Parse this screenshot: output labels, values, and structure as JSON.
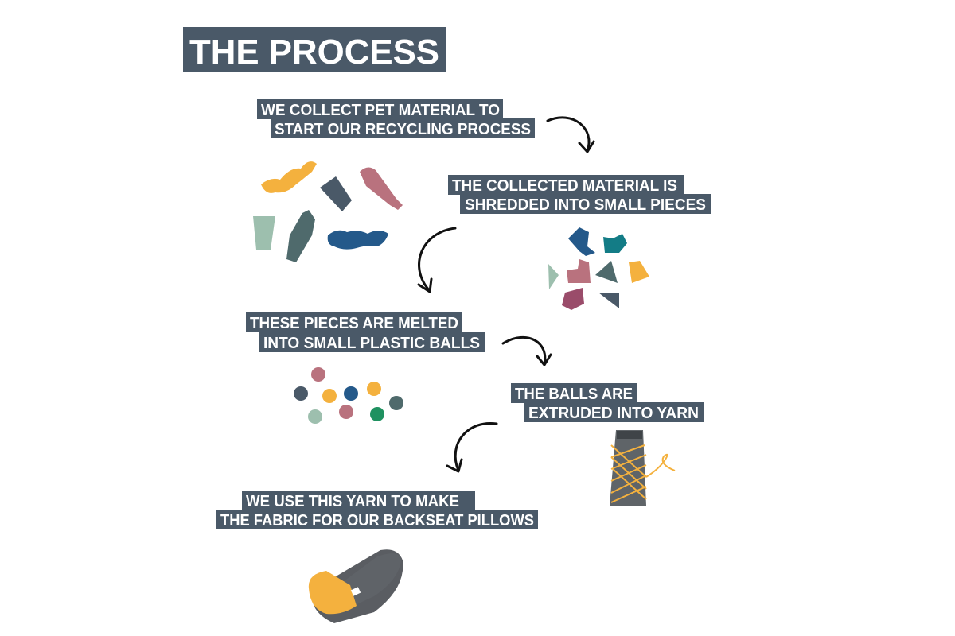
{
  "title": "THE PROCESS",
  "steps": [
    {
      "line1": "WE COLLECT PET MATERIAL TO",
      "line2": "START OUR RECYCLING PROCESS"
    },
    {
      "line1": "THE COLLECTED MATERIAL IS",
      "line2": "SHREDDED INTO SMALL PIECES"
    },
    {
      "line1": "THESE PIECES ARE MELTED",
      "line2": "INTO SMALL PLASTIC BALLS"
    },
    {
      "line1": "THE BALLS ARE",
      "line2": "EXTRUDED INTO YARN"
    },
    {
      "line1": "WE USE THIS YARN TO MAKE",
      "line2": "THE FABRIC FOR OUR BACKSEAT PILLOWS"
    }
  ],
  "colors": {
    "label_bg": "#4a5968",
    "yellow": "#f4b13e",
    "slate": "#4a5968",
    "pink": "#b9727e",
    "sage": "#9dbfae",
    "blue": "#24598a",
    "teal": "#137c86",
    "green": "#1f9160",
    "plum": "#9a4c6a"
  }
}
